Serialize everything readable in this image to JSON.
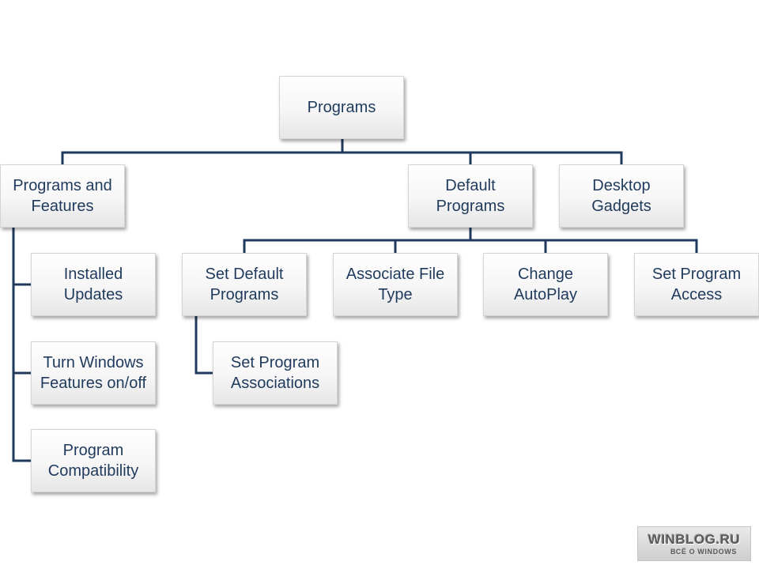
{
  "diagram": {
    "nodes": {
      "programs": "Programs",
      "programs_and_features": "Programs and\nFeatures",
      "default_programs": "Default\nPrograms",
      "desktop_gadgets": "Desktop\nGadgets",
      "installed_updates": "Installed\nUpdates",
      "turn_windows_features": "Turn Windows\nFeatures on/off",
      "program_compatibility": "Program\nCompatibility",
      "set_default_programs": "Set Default\nPrograms",
      "associate_file_type": "Associate File\nType",
      "change_autoplay": "Change\nAutoPlay",
      "set_program_access": "Set Program\nAccess",
      "set_program_associations": "Set Program\nAssociations"
    },
    "line_color": "#1f3a5c"
  },
  "watermark": {
    "title": "WINBLOG.RU",
    "subtitle": "ВСЁ О WINDOWS"
  }
}
